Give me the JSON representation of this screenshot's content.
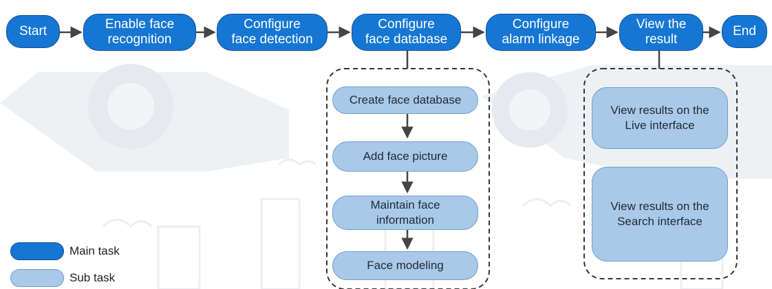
{
  "main_tasks": [
    {
      "label": "Start"
    },
    {
      "label": "Enable face\nrecognition"
    },
    {
      "label": "Configure\nface detection"
    },
    {
      "label": "Configure\nface database"
    },
    {
      "label": "Configure\nalarm linkage"
    },
    {
      "label": "View the\nresult"
    },
    {
      "label": "End"
    }
  ],
  "database_subtasks": [
    {
      "label": "Create face database"
    },
    {
      "label": "Add face picture"
    },
    {
      "label": "Maintain face\ninformation"
    },
    {
      "label": "Face modeling"
    }
  ],
  "result_subtasks": [
    {
      "label": "View results on the\nLive interface"
    },
    {
      "label": "View results on the\nSearch interface"
    }
  ],
  "legend": {
    "main_label": "Main task",
    "sub_label": "Sub task"
  },
  "colors": {
    "main_fill": "#1676d3",
    "sub_fill": "#a9c9e8",
    "arrow": "#444444",
    "watermark": "#eceff2"
  }
}
